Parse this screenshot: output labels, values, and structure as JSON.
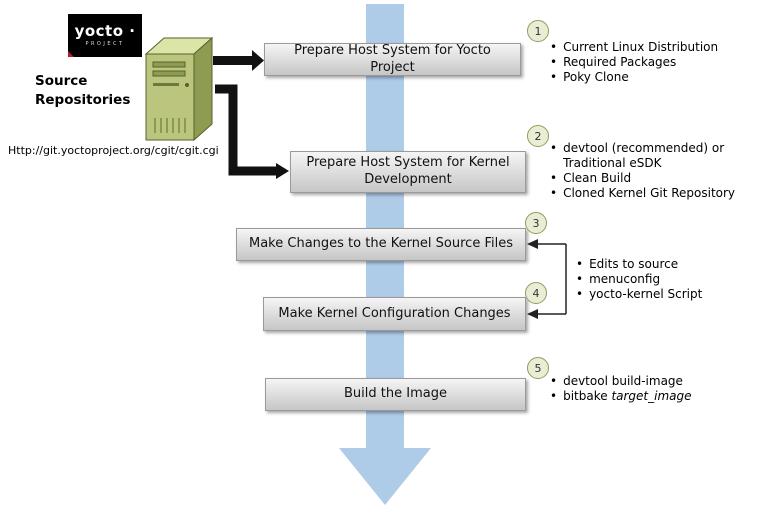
{
  "logo": {
    "brand": "yocto ·",
    "tagline": "PROJECT"
  },
  "source": {
    "title": "Source\nRepositories",
    "url": "Http://git.yoctoproject.org/cgit/cgit.cgi"
  },
  "steps": [
    {
      "number": "1",
      "label": "Prepare Host System for Yocto Project",
      "bullets": [
        "Current Linux Distribution",
        "Required Packages",
        "Poky Clone"
      ]
    },
    {
      "number": "2",
      "label": "Prepare Host System for Kernel Development",
      "bullets": [
        "devtool (recommended) or\nTraditional eSDK",
        "Clean Build",
        "Cloned Kernel Git Repository"
      ]
    },
    {
      "number": "3",
      "label": "Make Changes to the Kernel Source Files"
    },
    {
      "number": "4",
      "label": "Make Kernel Configuration Changes"
    },
    {
      "number": "5",
      "label": "Build the Image"
    }
  ],
  "shared_bullets_3_4": [
    "Edits to source",
    "menuconfig",
    "yocto-kernel Script"
  ],
  "step5_bullets": {
    "line1": "devtool build-image",
    "line2_prefix": "bitbake ",
    "line2_italic": "target_image"
  },
  "colors": {
    "flow_arrow_blue": "#aecbe8",
    "circle_fill": "#e9edd3",
    "circle_border": "#8d9b60",
    "box_gradient_top": "#f5f5f5",
    "box_gradient_bottom": "#c6c6c6",
    "server_front": "#bcc57d",
    "server_top": "#dde4a8",
    "server_side": "#8e9c52"
  }
}
